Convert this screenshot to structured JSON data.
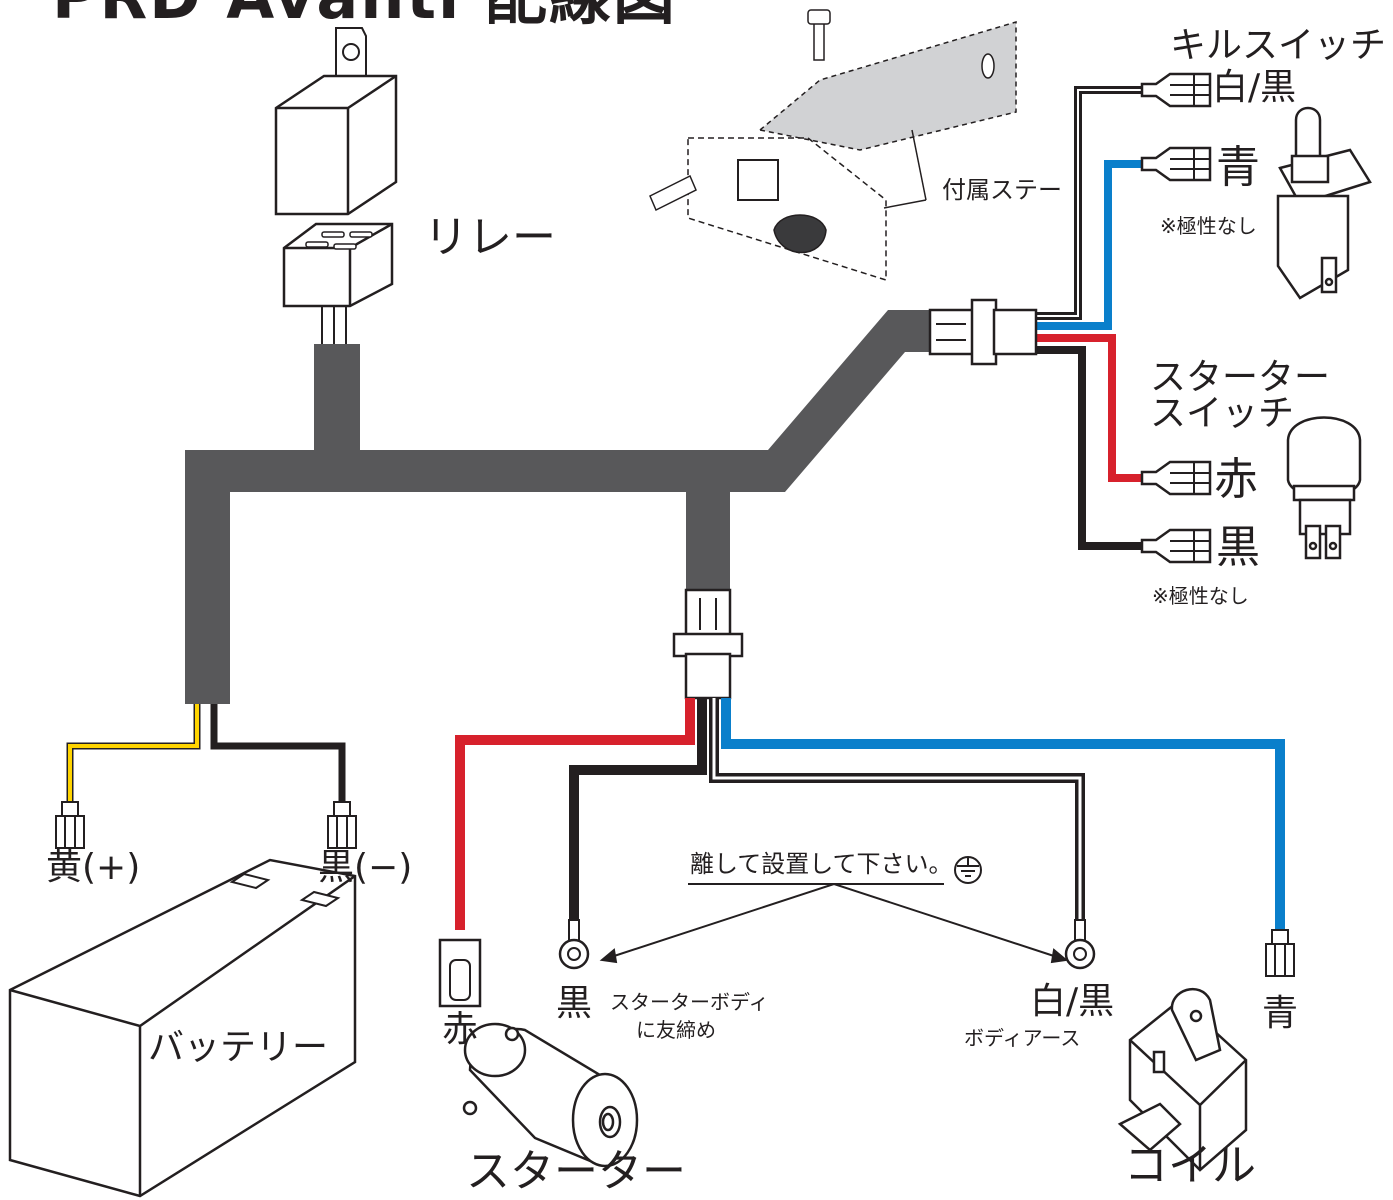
{
  "title": "PRD Avanti 配線図",
  "relay_label": "リレー",
  "bracket_label": "付属ステー",
  "kill_switch": {
    "title": "キルスイッチ",
    "wire_white_black": "白/黒",
    "wire_blue": "青",
    "note": "※極性なし"
  },
  "starter_switch": {
    "title_line1": "スターター",
    "title_line2": "スイッチ",
    "wire_red": "赤",
    "wire_black": "黒",
    "note": "※極性なし"
  },
  "battery": {
    "label": "バッテリー",
    "wire_yellow": "黄(+)",
    "wire_black": "黒(−)"
  },
  "ground_note": "離して設置して下さい。",
  "starter": {
    "label": "スターター",
    "wire_red": "赤",
    "wire_black": "黒",
    "black_note_line1": "スターターボディ",
    "black_note_line2": "に友締め"
  },
  "coil": {
    "label": "コイル",
    "wire_white_black": "白/黒",
    "white_black_note": "ボディアース",
    "wire_blue": "青"
  },
  "colors": {
    "harness": "#58585a",
    "red": "#d7212c",
    "blue": "#0a7fcb",
    "yellow": "#ffd400",
    "black": "#231f20",
    "bracket_fill": "#d1d2d4"
  }
}
